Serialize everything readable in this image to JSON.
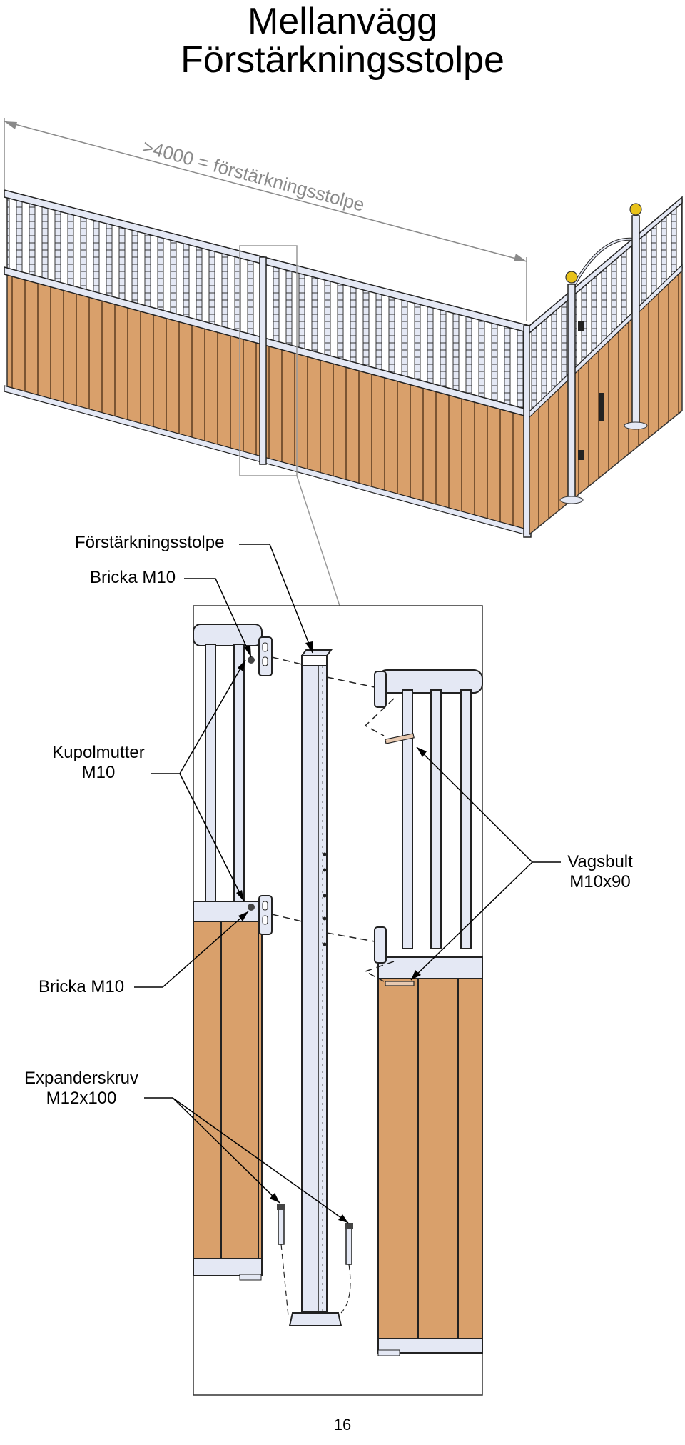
{
  "title": {
    "line1": "Mellanvägg",
    "line2": "Förstärkningsstolpe"
  },
  "overview": {
    "dimension_label": ">4000 = förstärkningsstolpe"
  },
  "callouts": {
    "reinforcement_post": "Förstärkningsstolpe",
    "washer_top": "Bricka M10",
    "dome_nut_line1": "Kupolmutter",
    "dome_nut_line2": "M10",
    "carriage_bolt_line1": "Vagsbult",
    "carriage_bolt_line2": "M10x90",
    "washer_bottom": "Bricka M10",
    "expansion_screw_line1": "Expanderskruv",
    "expansion_screw_line2": "M12x100"
  },
  "page_number": "16",
  "colors": {
    "wood": "#d9a06b",
    "metal": "#e4e8f4",
    "outline": "#2a2a2a",
    "dimension_gray": "#8a8a8a"
  }
}
